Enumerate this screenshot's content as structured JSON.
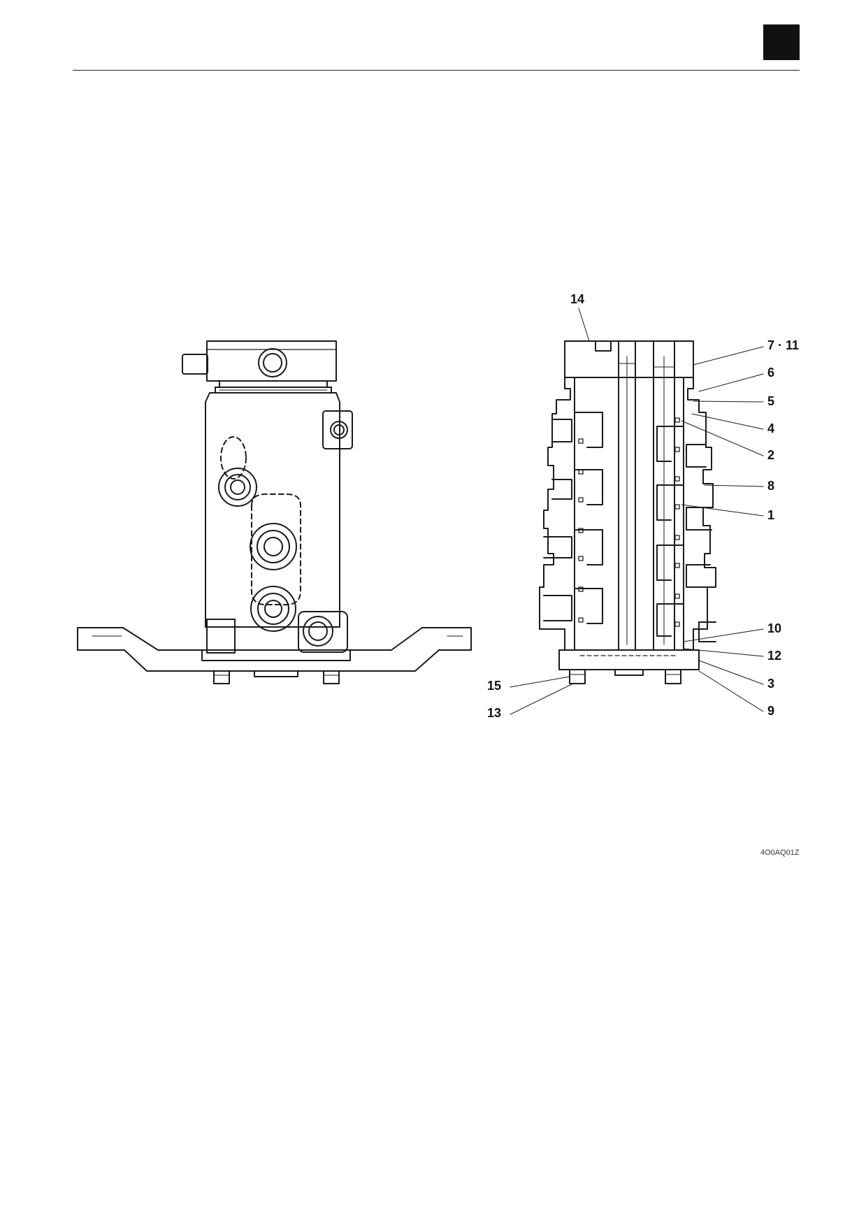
{
  "figure": {
    "code": "4O0AQ01Z",
    "callouts": {
      "c14": "14",
      "c7_11": "7 · 11",
      "c6": "6",
      "c5": "5",
      "c4": "4",
      "c2": "2",
      "c8": "8",
      "c1": "1",
      "c10": "10",
      "c12": "12",
      "c3": "3",
      "c9": "9",
      "c15": "15",
      "c13": "13"
    }
  }
}
